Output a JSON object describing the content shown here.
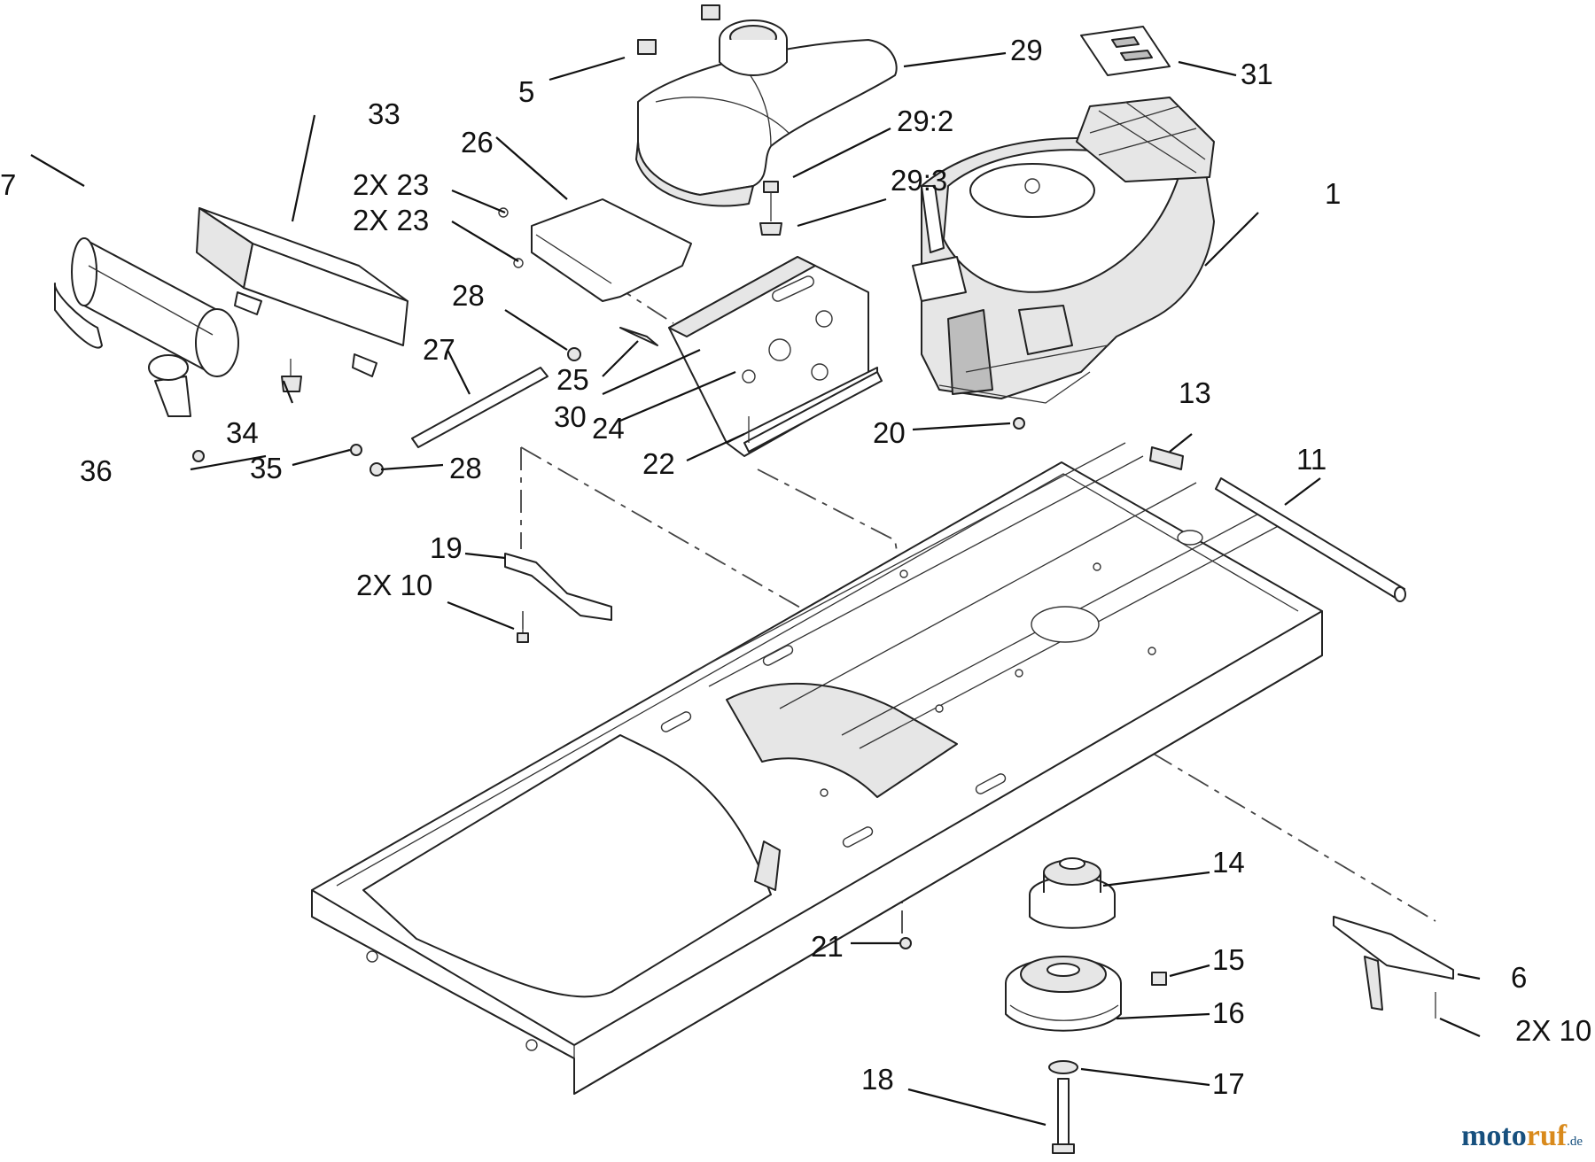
{
  "diagram": {
    "labels": {
      "l1": "1",
      "l5": "5",
      "l6": "6",
      "l7": "7",
      "l10a": "2X 10",
      "l10b": "2X 10",
      "l11": "11",
      "l13": "13",
      "l14": "14",
      "l15": "15",
      "l16": "16",
      "l17": "17",
      "l18": "18",
      "l19": "19",
      "l20": "20",
      "l21": "21",
      "l22": "22",
      "l23a": "2X 23",
      "l23b": "2X 23",
      "l24": "24",
      "l25": "25",
      "l26": "26",
      "l27": "27",
      "l28a": "28",
      "l28b": "28",
      "l29": "29",
      "l29_2": "29:2",
      "l29_3": "29:3",
      "l30": "30",
      "l31": "31",
      "l33": "33",
      "l34": "34",
      "l35": "35",
      "l36": "36"
    }
  },
  "watermark": {
    "part1": "moto",
    "part2": "ruf",
    "suffix": ".de"
  },
  "colors": {
    "watermark_blue": "#17507e",
    "watermark_orange": "#d98a1c"
  }
}
